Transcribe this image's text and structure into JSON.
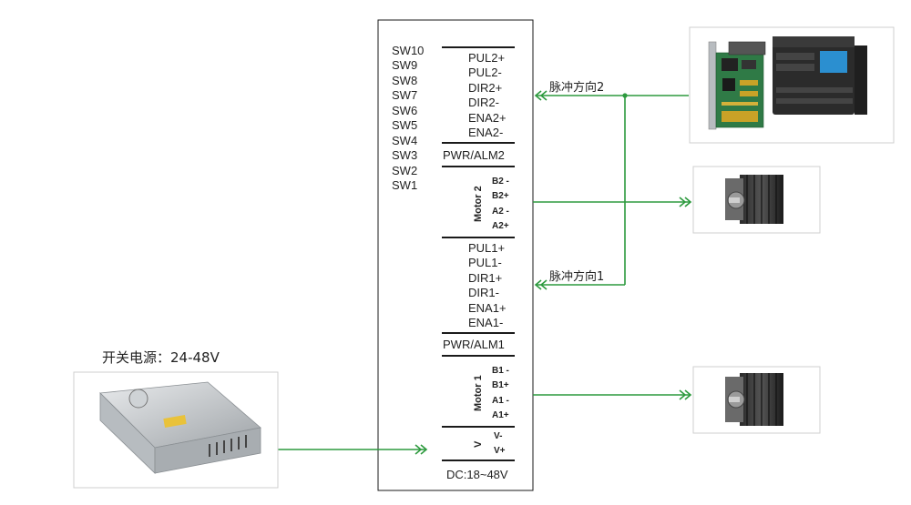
{
  "driver": {
    "switches": [
      "SW10",
      "SW9",
      "SW8",
      "SW7",
      "SW6",
      "SW5",
      "SW4",
      "SW3",
      "SW2",
      "SW1"
    ],
    "channel2_signals": [
      "PUL2+",
      "PUL2-",
      "DIR2+",
      "DIR2-",
      "ENA2+",
      "ENA2-"
    ],
    "pwr_alm2": "PWR/ALM2",
    "motor2_label": "Motor 2",
    "motor2_pins": [
      "B2 -",
      "B2+",
      "A2 -",
      "A2+"
    ],
    "channel1_signals": [
      "PUL1+",
      "PUL1-",
      "DIR1+",
      "DIR1-",
      "ENA1+",
      "ENA1-"
    ],
    "pwr_alm1": "PWR/ALM1",
    "motor1_label": "Motor 1",
    "motor1_pins": [
      "B1 -",
      "B1+",
      "A1 -",
      "A1+"
    ],
    "power_label": "V",
    "power_pins": [
      "V-",
      "V+"
    ],
    "dc_range": "DC:18~48V"
  },
  "connections": {
    "pulse_dir_2": "脉冲方向2",
    "pulse_dir_1": "脉冲方向1"
  },
  "power_supply": {
    "label": "开关电源：24-48V"
  },
  "colors": {
    "wire": "#2d9a3e",
    "line": "#1a1a1a",
    "frame": "#cfcfcf"
  }
}
